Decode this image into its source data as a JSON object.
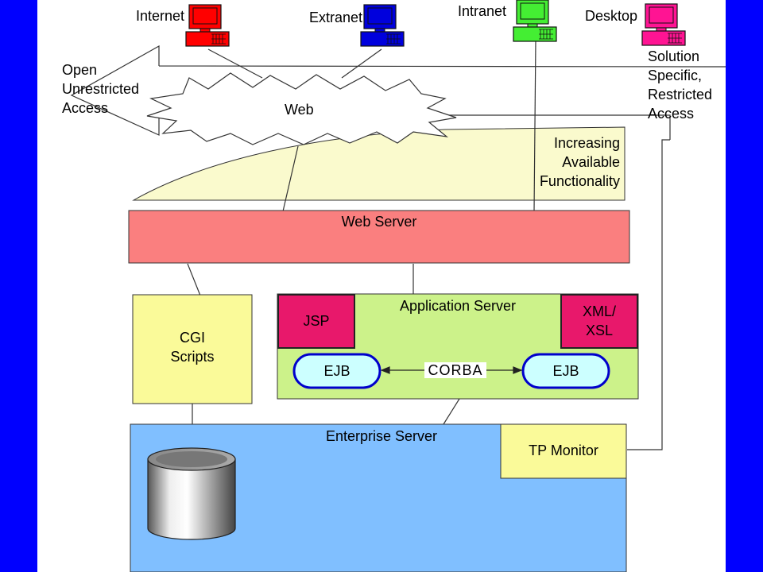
{
  "clients": [
    {
      "name": "internet",
      "label": "Internet",
      "color": "#ff0000"
    },
    {
      "name": "extranet",
      "label": "Extranet",
      "color": "#0000dd"
    },
    {
      "name": "intranet",
      "label": "Intranet",
      "color": "#44ee33"
    },
    {
      "name": "desktop",
      "label": "Desktop",
      "color": "#ff1493"
    }
  ],
  "access": {
    "open": [
      "Open",
      "Unrestricted",
      "Access"
    ],
    "restricted": [
      "Solution",
      "Specific,",
      "Restricted",
      "Access"
    ]
  },
  "web_label": "Web",
  "functionality": [
    "Increasing",
    "Available",
    "Functionality"
  ],
  "web_server": "Web Server",
  "cgi": [
    "CGI",
    "Scripts"
  ],
  "app_server": {
    "title": "Application Server",
    "jsp": "JSP",
    "xml": [
      "XML/",
      "XSL"
    ],
    "ejb_left": "EJB",
    "ejb_right": "EJB",
    "corba": "CORBA"
  },
  "enterprise": {
    "title": "Enterprise Server",
    "tp_monitor": "TP Monitor"
  },
  "colors": {
    "frame": "#0000ff",
    "web_server": "#fa7f7f",
    "app_server": "#ccf28a",
    "cgi": "#fafa99",
    "enterprise": "#80bfff",
    "tp_monitor": "#fafa99",
    "jsp": "#e8186b",
    "ejb": "#ccffff",
    "functionality": "#fafacd"
  }
}
